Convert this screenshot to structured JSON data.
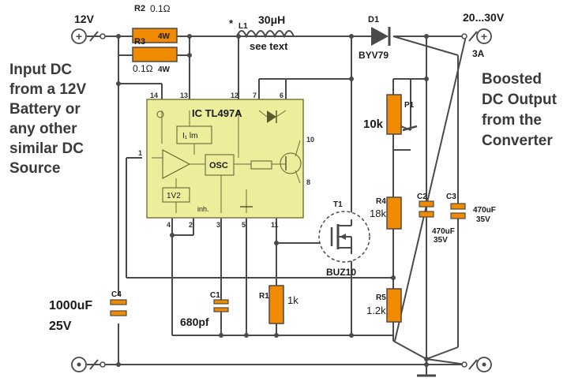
{
  "terminals": {
    "input_pos": "12V",
    "output_range": "20...30V",
    "output_current": "3A"
  },
  "side_text": {
    "left": [
      "Input DC",
      "from a 12V",
      "Battery or",
      "any other",
      "similar DC",
      "Source"
    ],
    "right": [
      "Boosted",
      "DC Output",
      "from the",
      "Converter"
    ]
  },
  "components": {
    "r2_name": "R2",
    "r2_value": "0.1Ω",
    "r2_power": "4W",
    "r3_name": "R3",
    "r3_value": "0.1Ω",
    "r3_power": "4W",
    "l1_star": "*",
    "l1_name": "L1",
    "l1_value": "30μH",
    "l1_note": "see text",
    "d1_name": "D1",
    "d1_part": "BYV79",
    "p1_name": "P1",
    "p1_value": "10k",
    "r4_name": "R4",
    "r4_value": "18k",
    "r5_name": "R5",
    "r5_value": "1.2k",
    "c2_name": "C2",
    "c2_value": "470uF",
    "c2_voltage": "35V",
    "c3_name": "C3",
    "c3_value": "470uF",
    "c3_voltage": "35V",
    "t1_name": "T1",
    "t1_part": "BUZ10",
    "r1_name": "R1",
    "r1_value": "1k",
    "c1_name": "C1",
    "c1_value": "680pf",
    "c4_name": "C4",
    "c4_value": "1000uF",
    "c4_voltage": "25V"
  },
  "ic": {
    "title": "IC TL497A",
    "block_ilim": "I₁ lm",
    "block_osc": "OSC",
    "block_ref": "1V2",
    "block_inh": "inh.",
    "pins": [
      "14",
      "13",
      "12",
      "7",
      "6",
      "10",
      "1",
      "8",
      "4",
      "2",
      "3",
      "5",
      "11"
    ]
  },
  "colors": {
    "ic_fill": "#ecee9c",
    "ic_border": "#7a7a3a",
    "resistor": "#f08a00",
    "wire": "#4a4a4a",
    "text": "#1b1b1b",
    "side_text": "#3a3a3a"
  }
}
